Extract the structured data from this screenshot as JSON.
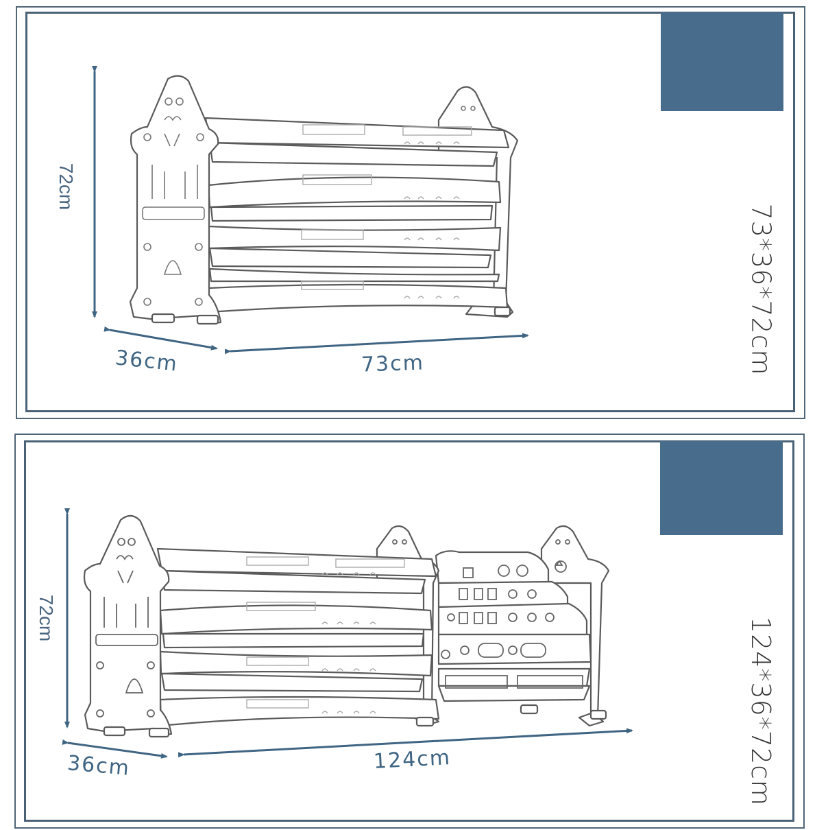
{
  "colors": {
    "frame": "#4a6276",
    "swatch": "#486c8c",
    "dimension": "#3f6583",
    "size_text": "#333333",
    "sketch": "#555555"
  },
  "panels": [
    {
      "id": "single-unit",
      "height_label": "72cm",
      "depth_label": "36cm",
      "width_label": "73cm",
      "size_spec": "73*36*72cm"
    },
    {
      "id": "combined-unit",
      "height_label": "72cm",
      "depth_label": "36cm",
      "width_label": "124cm",
      "size_spec": "124*36*72cm"
    }
  ]
}
